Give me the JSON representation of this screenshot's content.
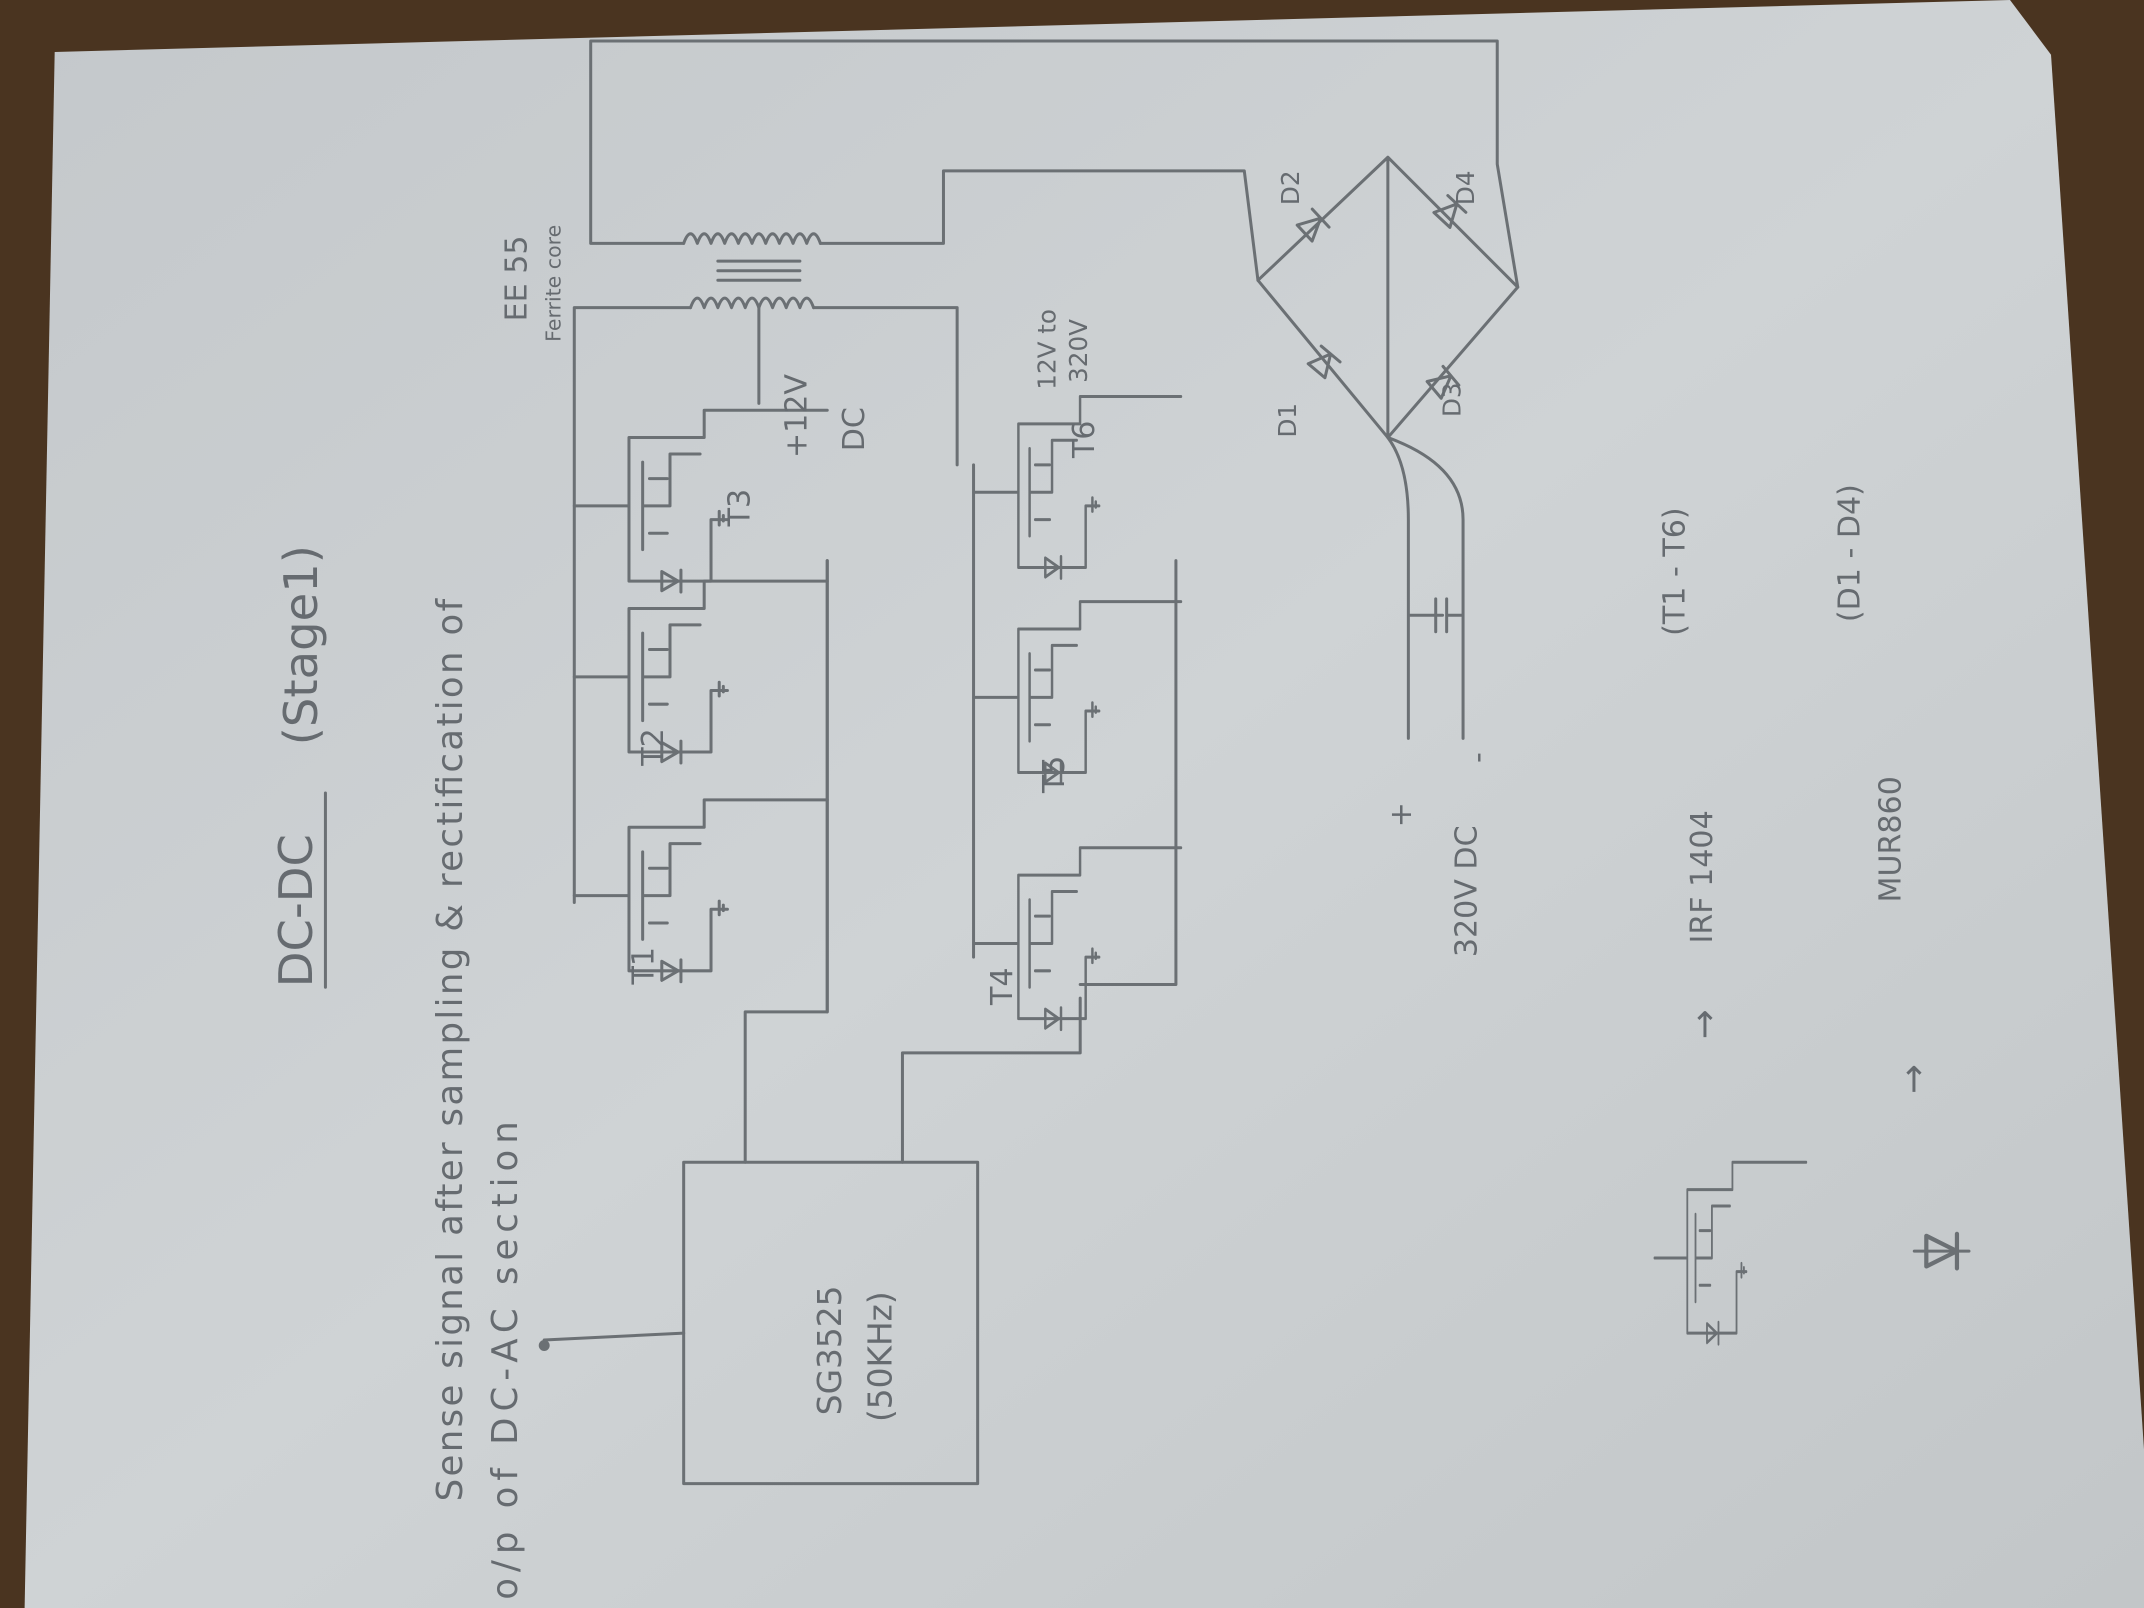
{
  "title": "DC-DC",
  "subtitle": "(Stage1)",
  "note_line1": "Sense signal after sampling & rectification of",
  "note_line2": "o/p of  DC-AC section",
  "controller": {
    "name": "SG3525",
    "freq": "(50KHz)"
  },
  "transistors": [
    "T1",
    "T2",
    "T3",
    "T4",
    "T5",
    "T6"
  ],
  "supply": {
    "voltage": "+12V",
    "type": "DC"
  },
  "transformer": {
    "ratio_line1": "12V to",
    "ratio_line2": "320V",
    "name": "EE 55",
    "core": "Ferrite core"
  },
  "diodes": [
    "D1",
    "D2",
    "D3",
    "D4"
  ],
  "output": {
    "label": "320V DC",
    "plus": "+",
    "minus": "-"
  },
  "legend": [
    {
      "arrow": "→",
      "part": "IRF 1404",
      "applies": "(T1 - T6)"
    },
    {
      "arrow": "→",
      "part": "MUR860",
      "applies": "(D1 - D4)"
    }
  ],
  "colors": {
    "paper": "#c9cdd0",
    "pencil": "#6b7074",
    "wood": "#4a3420"
  }
}
